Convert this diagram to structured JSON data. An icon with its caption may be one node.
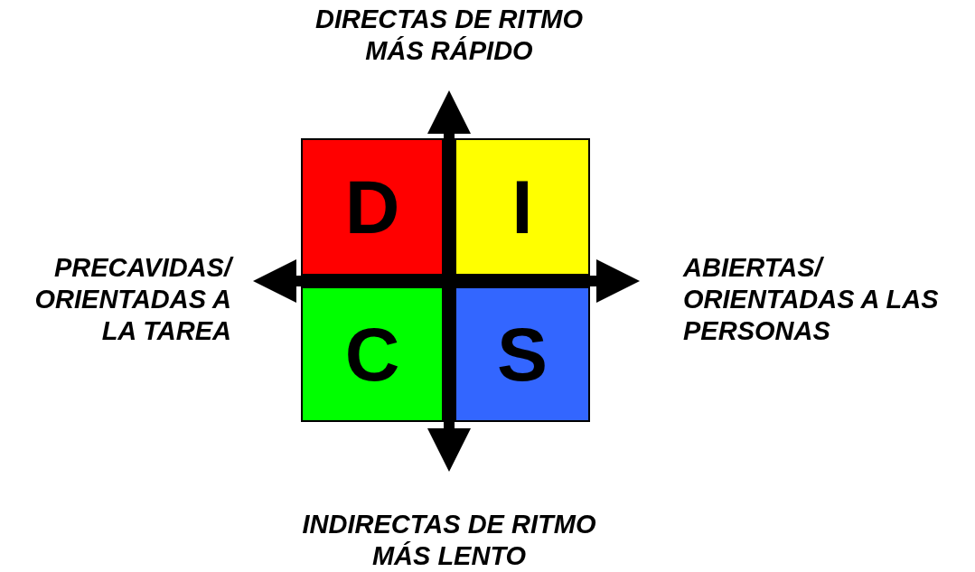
{
  "diagram": {
    "nodes": [
      {
        "text": [
          "D"
        ]
      },
      {
        "text": [
          "I"
        ]
      },
      {
        "text": [
          "C"
        ]
      },
      {
        "text": [
          "S"
        ]
      }
    ],
    "labels": [
      "DIRECTAS DE RITMO MÁS RÁPIDO",
      "PRECAVIDAS/ ORIENTADAS A LA TAREA",
      "ABIERTAS/ ORIENTADAS A LAS PERSONAS",
      "INDIRECTAS DE RITMO MÁS LENTO"
    ]
  }
}
